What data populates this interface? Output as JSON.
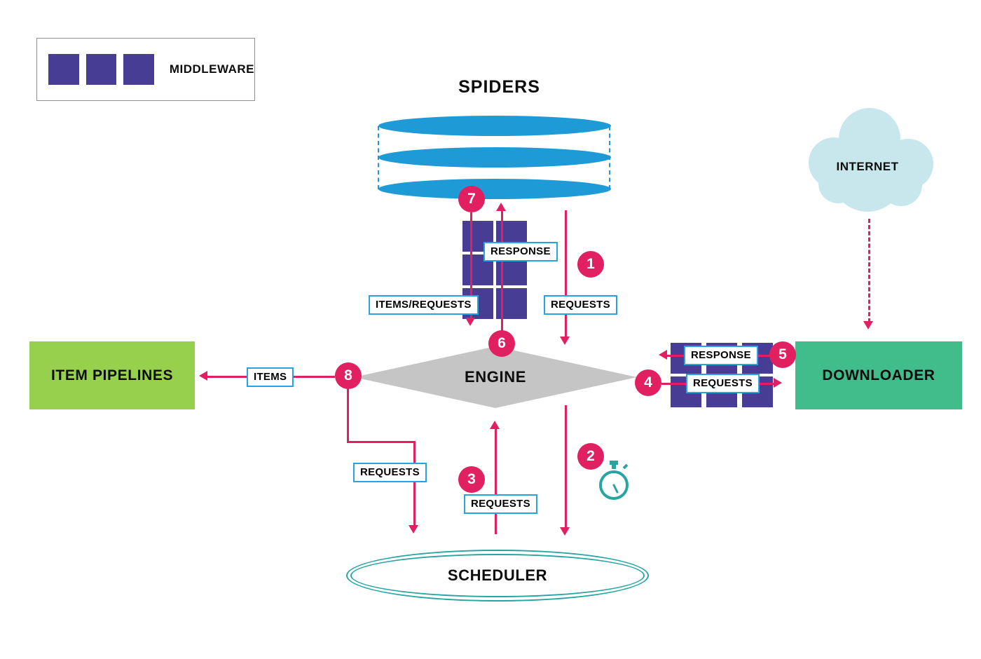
{
  "legend": {
    "label": "MIDDLEWARE"
  },
  "nodes": {
    "spiders": "SPIDERS",
    "internet": "INTERNET",
    "engine": "ENGINE",
    "item_pipelines": "ITEM PIPELINES",
    "downloader": "DOWNLOADER",
    "scheduler": "SCHEDULER"
  },
  "chips": {
    "response_to_spiders": "RESPONSE",
    "items_requests_to_engine": "ITEMS/REQUESTS",
    "requests_from_spiders": "REQUESTS",
    "response_from_downloader": "RESPONSE",
    "requests_to_downloader": "REQUESTS",
    "items_to_pipelines": "ITEMS",
    "requests_engine_to_scheduler": "REQUESTS",
    "requests_scheduler_to_engine": "REQUESTS"
  },
  "badges": {
    "b1": "1",
    "b2": "2",
    "b3": "3",
    "b4": "4",
    "b5": "5",
    "b6": "6",
    "b7": "7",
    "b8": "8"
  },
  "colors": {
    "middleware_purple": "#473d94",
    "spider_blue": "#1e9ad6",
    "arrow_crimson": "#e02060",
    "chip_border_blue": "#2aa3dc",
    "engine_gray": "#c5c5c5",
    "item_pipelines_green": "#96d04c",
    "downloader_green": "#41bd8c",
    "scheduler_teal": "#27a5a2",
    "cloud_cyan": "#c7e7ec"
  }
}
